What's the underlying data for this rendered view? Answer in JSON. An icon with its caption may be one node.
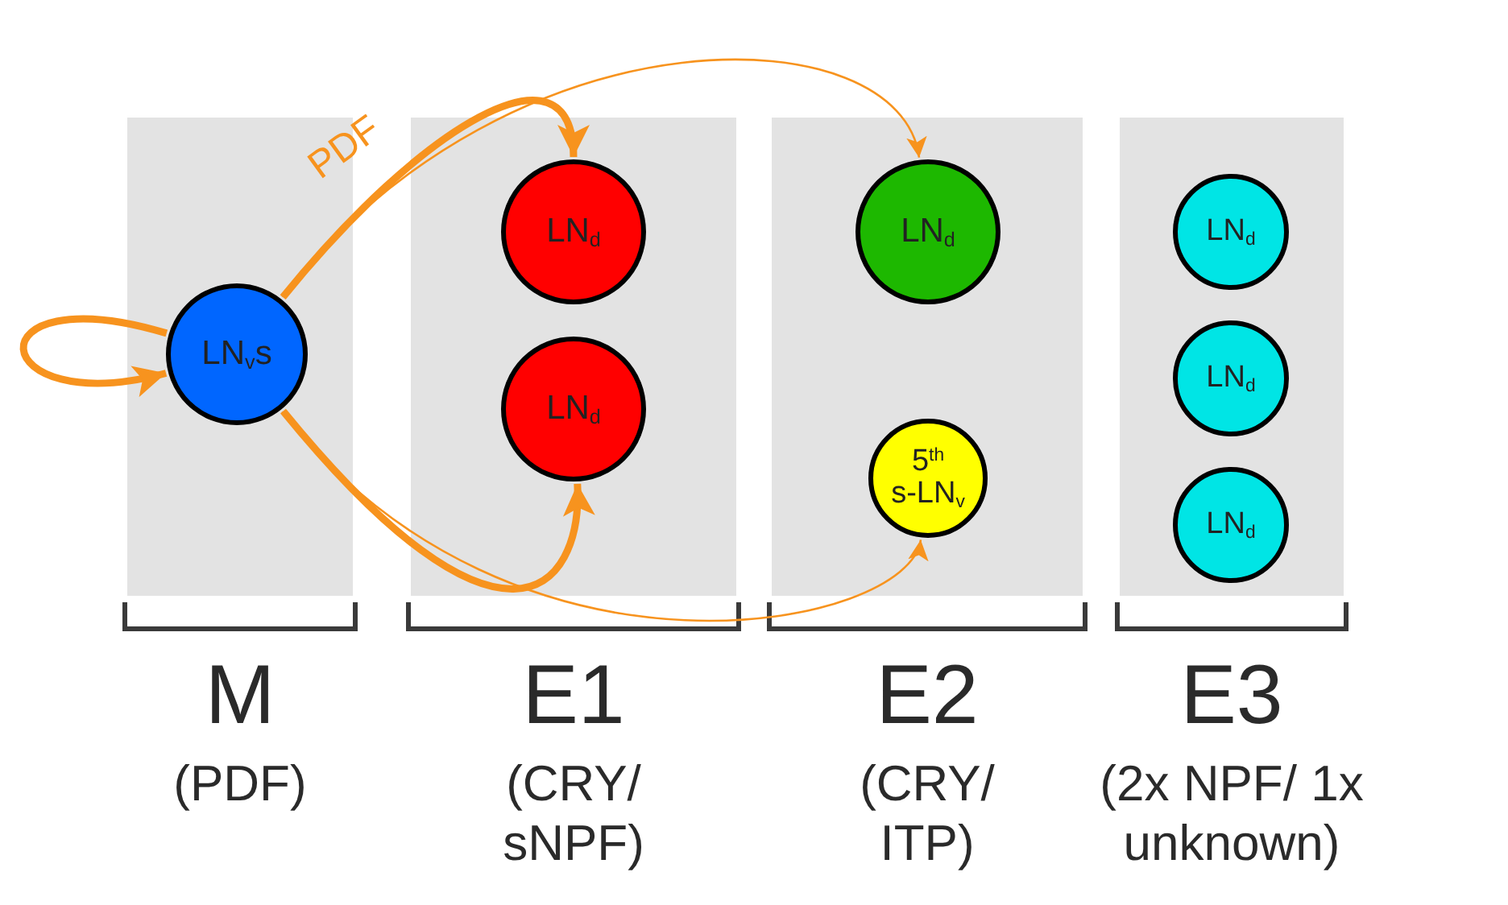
{
  "diagram": {
    "nodes": [
      {
        "text": [
          "M",
          "(PDF)"
        ]
      },
      {
        "text": [
          "LN$_{v}$s"
        ],
        "in": 0
      },
      {
        "text": [
          "E1",
          "(CRY/ sNPF)"
        ]
      },
      {
        "text": [
          "LN$_{d}$"
        ],
        "in": 2
      },
      {
        "text": [
          "LN$_{d}$"
        ],
        "in": 2
      },
      {
        "text": [
          "E2",
          "(CRY/ ITP)"
        ]
      },
      {
        "text": [
          "LN$_{d}$"
        ],
        "in": 5
      },
      {
        "text": [
          "5$^{th}$ s-LN$_{v}$"
        ],
        "in": 5
      },
      {
        "text": [
          "E3",
          "(2x NPF/ 1x unknown)"
        ]
      },
      {
        "text": [
          "LN$_{d}$"
        ],
        "in": 8
      },
      {
        "text": [
          "LN$_{d}$"
        ],
        "in": 8
      },
      {
        "text": [
          "LN$_{d}$"
        ],
        "in": 8
      }
    ],
    "edges": [
      {
        "from": 1,
        "to": 1,
        "arrow": "to"
      },
      {
        "from": 1,
        "to": 3,
        "arrow": "to",
        "label": "PDF"
      },
      {
        "from": 1,
        "to": 6,
        "arrow": "to"
      },
      {
        "from": 1,
        "to": 4,
        "arrow": "to"
      },
      {
        "from": 1,
        "to": 7,
        "arrow": "to"
      }
    ]
  }
}
